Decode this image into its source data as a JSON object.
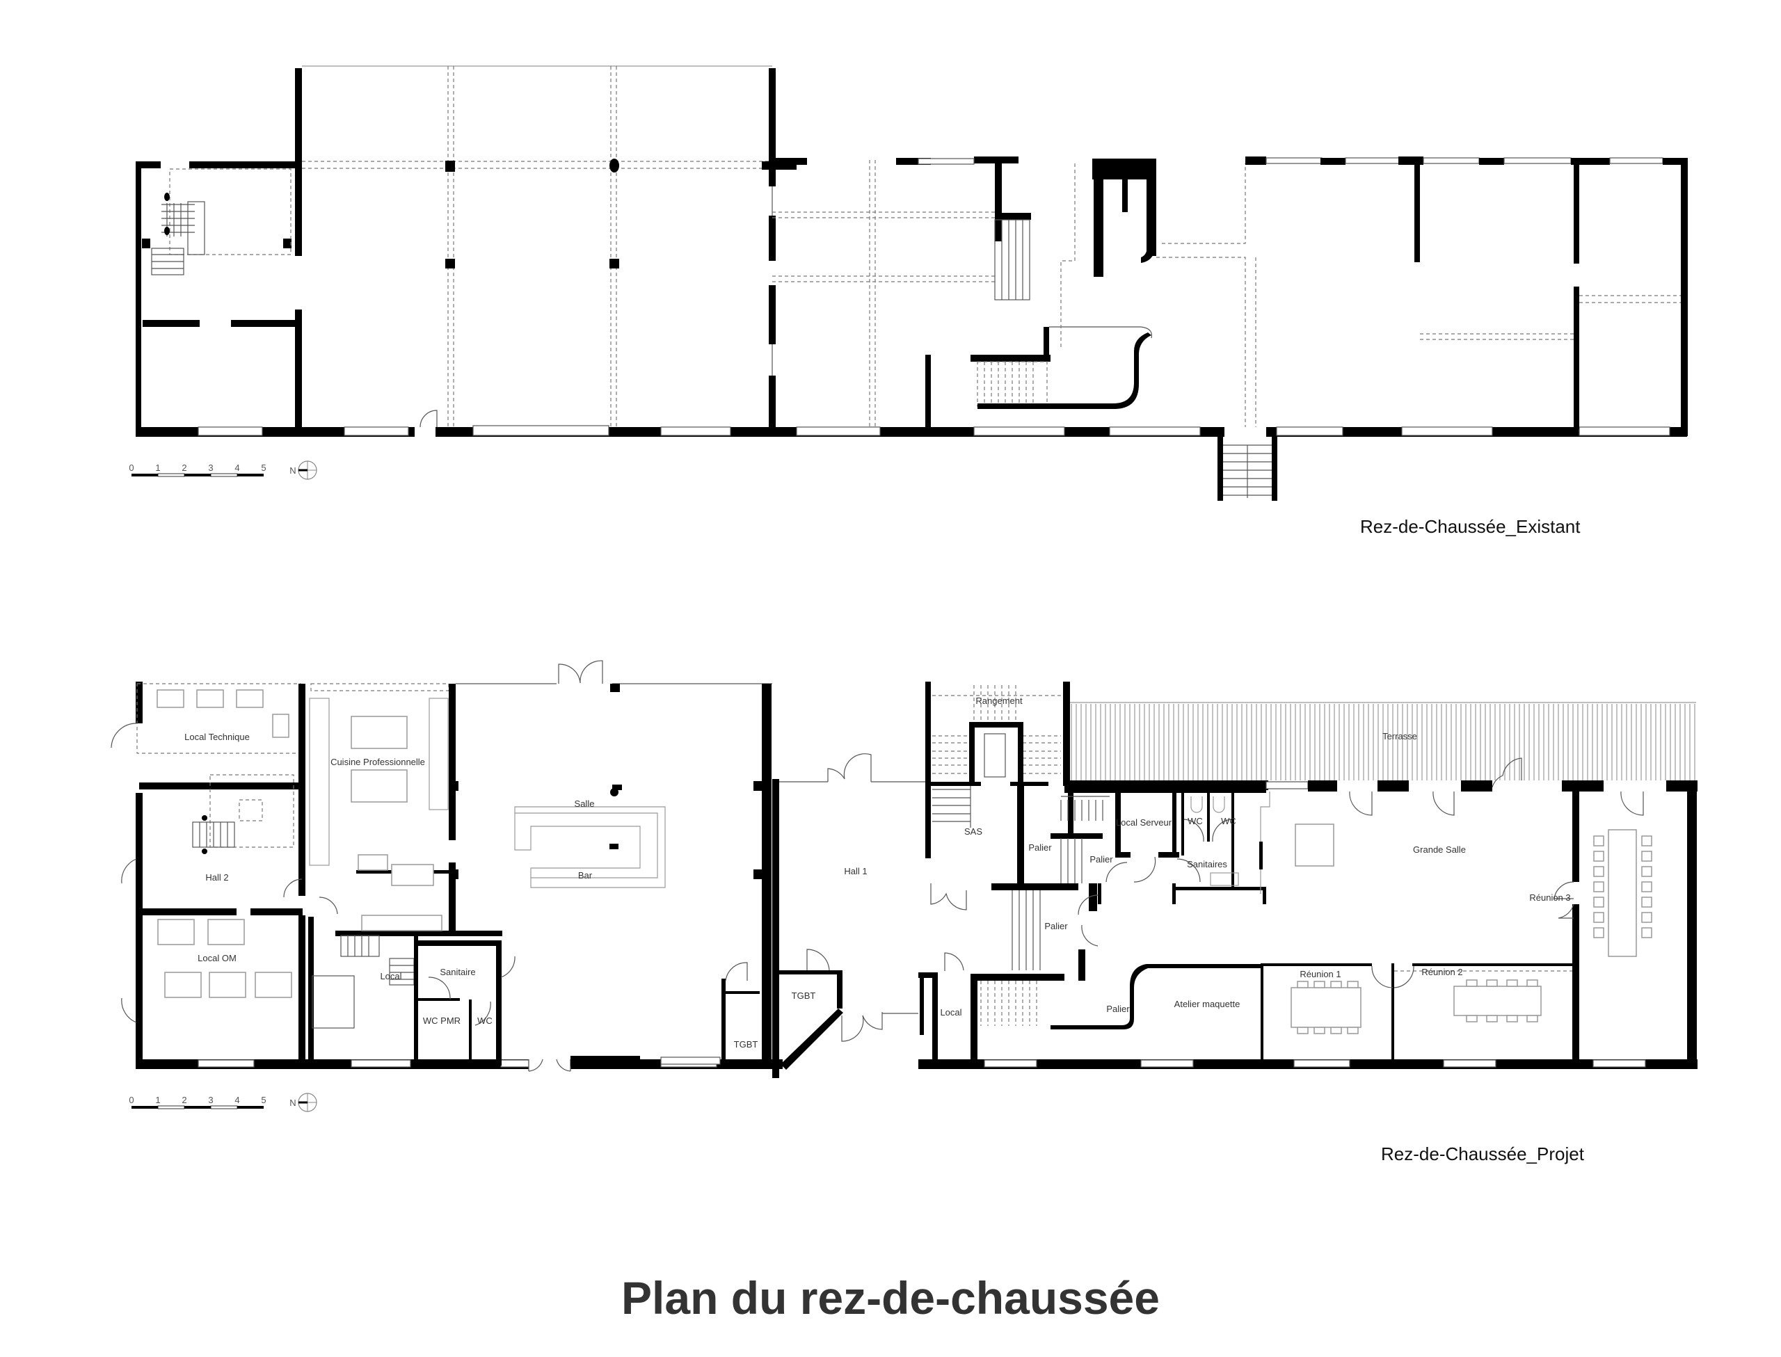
{
  "title": "Plan du rez-de-chaussée",
  "plans": {
    "existing": {
      "caption": "Rez-de-Chaussée_Existant",
      "scale_bar": {
        "ticks": [
          "0",
          "1",
          "2",
          "3",
          "4",
          "5"
        ],
        "north_label": "N"
      }
    },
    "project": {
      "caption": "Rez-de-Chaussée_Projet",
      "scale_bar": {
        "ticks": [
          "0",
          "1",
          "2",
          "3",
          "4",
          "5"
        ],
        "north_label": "N"
      },
      "rooms": {
        "local_technique": "Local Technique",
        "cuisine": "Cuisine Professionnelle",
        "salle": "Salle",
        "bar": "Bar",
        "hall2": "Hall 2",
        "local_om": "Local OM",
        "local_a": "Local",
        "sanitaire": "Sanitaire",
        "wc_pmr": "WC PMR",
        "wc_a": "WC",
        "tgbt_a": "TGBT",
        "hall1": "Hall 1",
        "tgbt_b": "TGBT",
        "rangement": "Rangement",
        "terrasse": "Terrasse",
        "sas": "SAS",
        "palier_a": "Palier",
        "palier_b": "Palier",
        "palier_c": "Palier",
        "palier_d": "Palier",
        "local_serveur": "Local Serveur",
        "wc_b": "WC",
        "wc_c": "WC",
        "sanitaires": "Sanitaires",
        "grande_salle": "Grande Salle",
        "reunion1": "Réunion 1",
        "reunion2": "Réunion 2",
        "reunion3": "Réunion 3",
        "atelier": "Atelier maquette",
        "local_b": "Local"
      }
    }
  }
}
